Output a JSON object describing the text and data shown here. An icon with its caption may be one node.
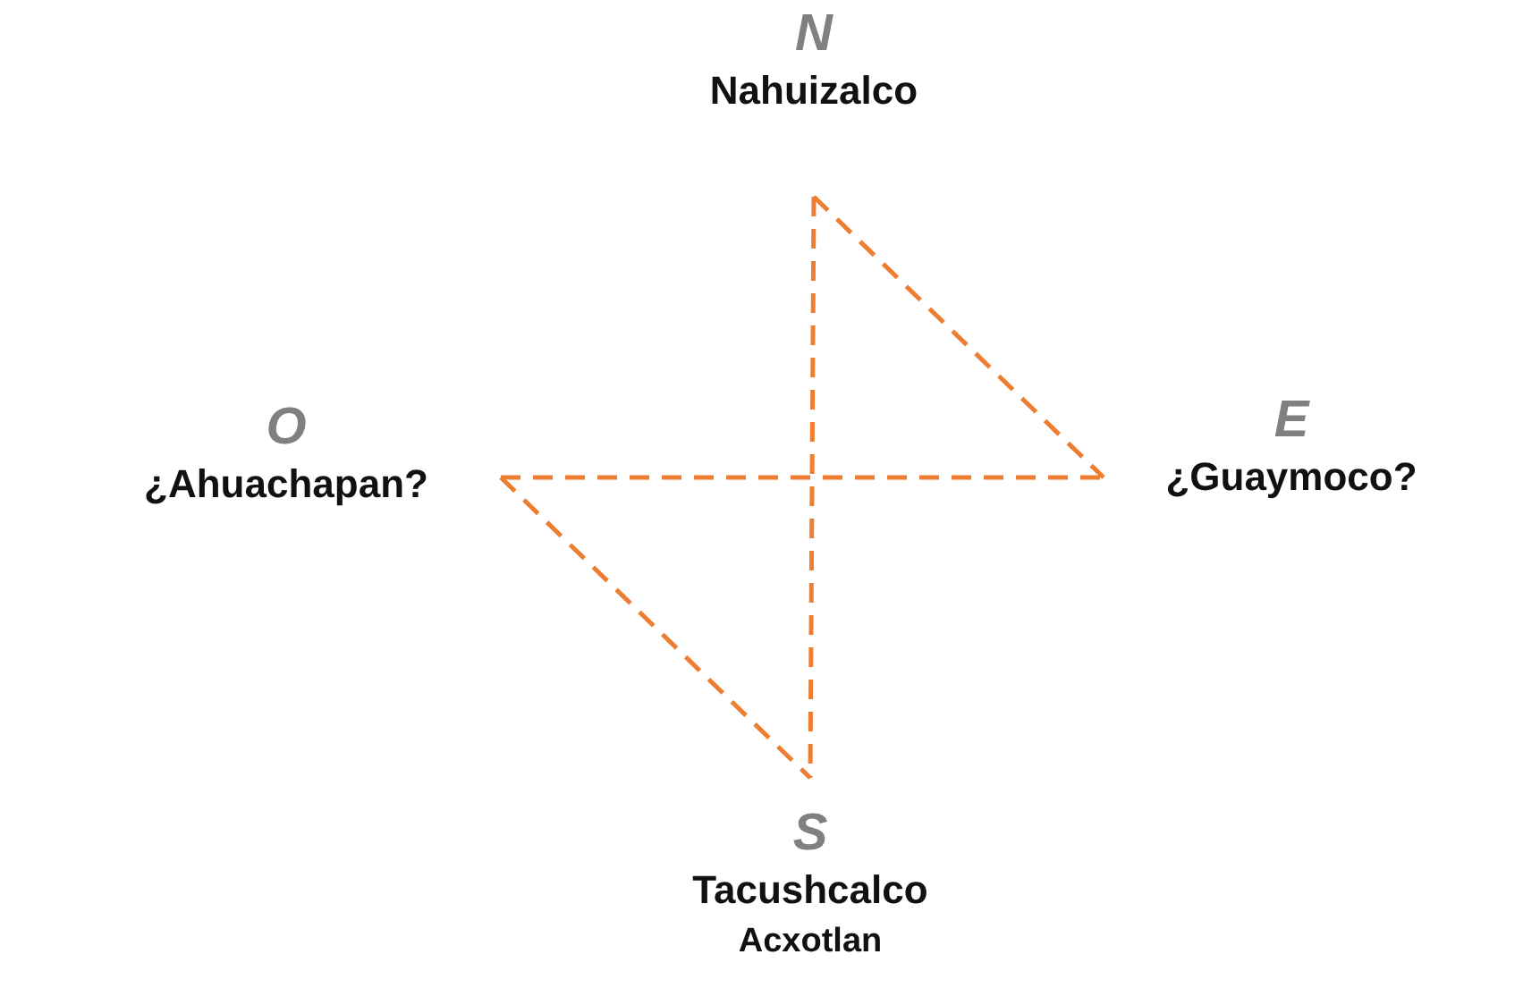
{
  "diagram": {
    "nodes": [
      {
        "text": [
          "N",
          "Nahuizalco"
        ]
      },
      {
        "text": [
          "O",
          "¿Ahuachapan?"
        ]
      },
      {
        "text": [
          "E",
          "¿Guaymoco?"
        ]
      },
      {
        "text": [
          "S",
          "Tacushcalco",
          "Acxotlan"
        ]
      }
    ],
    "edges": [
      {
        "from": 0,
        "to": 3,
        "arrow": "none",
        "style": "dashed"
      },
      {
        "from": 1,
        "to": 2,
        "arrow": "none",
        "style": "dashed"
      },
      {
        "from": 0,
        "to": 2,
        "arrow": "none",
        "style": "dashed"
      },
      {
        "from": 1,
        "to": 3,
        "arrow": "none",
        "style": "dashed"
      }
    ]
  }
}
